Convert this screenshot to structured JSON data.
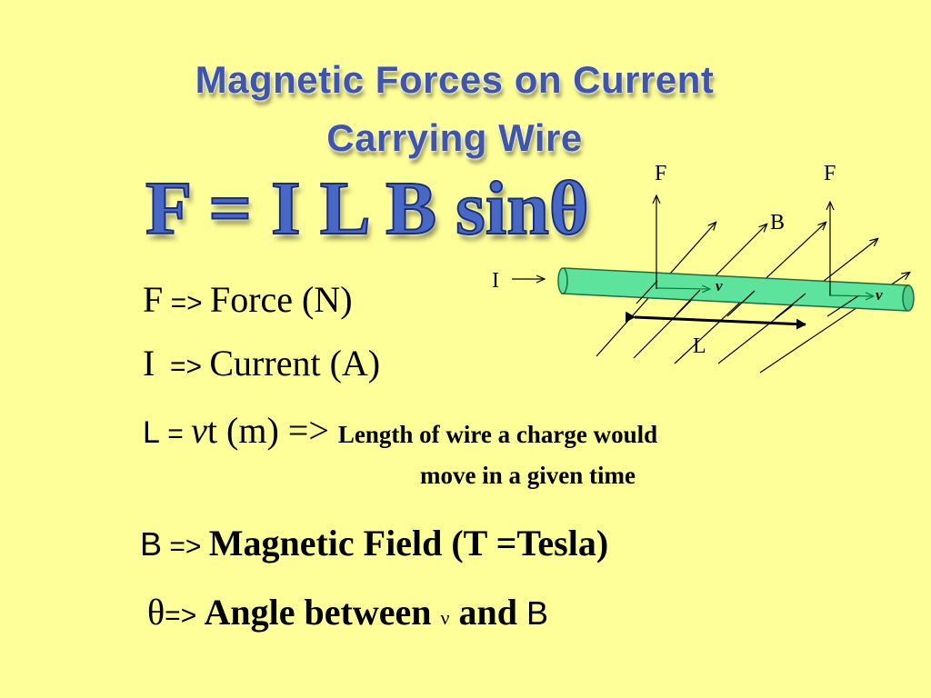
{
  "title": {
    "line1": "Magnetic Forces on Current",
    "line2": "Carrying Wire"
  },
  "formula": "F = I L B sinθ",
  "definitions": {
    "force": {
      "symbol": "F",
      "arrow": " => ",
      "text": "Force (N)"
    },
    "current": {
      "symbol": "I",
      "arrow": "  => ",
      "text": "Current (A)"
    },
    "length": {
      "symbol": "L",
      "equals": " = ",
      "v": "v",
      "rest": "t (m) => ",
      "desc_line1": "Length of wire a charge would",
      "desc_line2": "move in a given time"
    },
    "field": {
      "symbol": "B",
      "arrow": " => ",
      "text": "Magnetic Field (T =Tesla)"
    },
    "angle": {
      "symbol": "θ",
      "arrow": "=> ",
      "text": "Angle between ",
      "v": "ν",
      "and": " and ",
      "b": "B"
    }
  },
  "diagram": {
    "label_f": "F",
    "label_b": "B",
    "label_i": "I",
    "label_v": "v",
    "label_l": "L",
    "wire_color": "#5ee39c"
  }
}
